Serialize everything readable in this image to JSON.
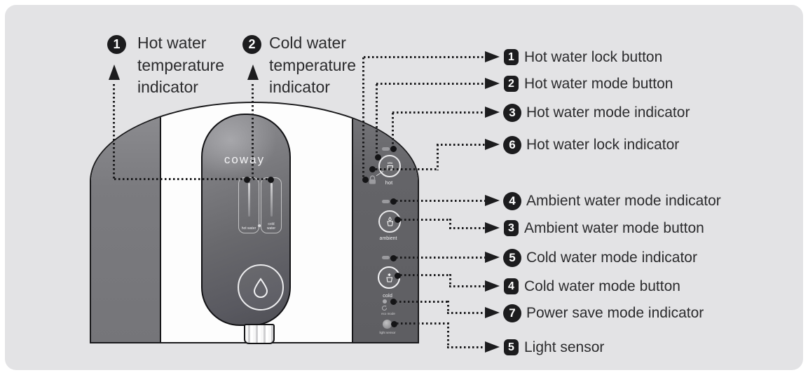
{
  "left_callouts": [
    {
      "badge": "1",
      "lines": [
        "Hot water",
        "temperature",
        "indicator"
      ]
    },
    {
      "badge": "2",
      "lines": [
        "Cold water",
        "temperature",
        "indicator"
      ]
    }
  ],
  "right_callouts": [
    {
      "badge": "1",
      "shape": "square",
      "label": "Hot water lock button"
    },
    {
      "badge": "2",
      "shape": "square",
      "label": "Hot water mode button"
    },
    {
      "badge": "3",
      "shape": "circle",
      "label": "Hot water mode indicator"
    },
    {
      "badge": "6",
      "shape": "circle",
      "label": "Hot water lock indicator"
    },
    {
      "badge": "4",
      "shape": "circle",
      "label": "Ambient water mode indicator"
    },
    {
      "badge": "3",
      "shape": "square",
      "label": "Ambient water mode button"
    },
    {
      "badge": "5",
      "shape": "circle",
      "label": "Cold water mode indicator"
    },
    {
      "badge": "4",
      "shape": "square",
      "label": "Cold water mode button"
    },
    {
      "badge": "7",
      "shape": "circle",
      "label": "Power save mode indicator"
    },
    {
      "badge": "5",
      "shape": "square",
      "label": "Light sensor"
    }
  ],
  "device": {
    "brand": "coway",
    "levers": [
      {
        "label": "hot water"
      },
      {
        "label": "cold water"
      }
    ],
    "panel": {
      "hot": "hot",
      "ambient": "ambient",
      "cold": "cold",
      "eco": "eco mode",
      "light": "light sensor"
    }
  },
  "icons": {
    "hot_button": "steam-cup",
    "ambient_button": "drop-cup",
    "cold_button": "snowflake-cup",
    "dispense_button": "water-drop",
    "hot_lock": "lock",
    "eco": "eco-arrows",
    "light_sensor": "sensor-dome"
  },
  "colors": {
    "panel_bg": "#e3e3e5",
    "line_black": "#1a1a1c",
    "pillar_gray": "#77777b",
    "capsule_gray": "#6e6e72",
    "text": "#2b2b2d"
  }
}
